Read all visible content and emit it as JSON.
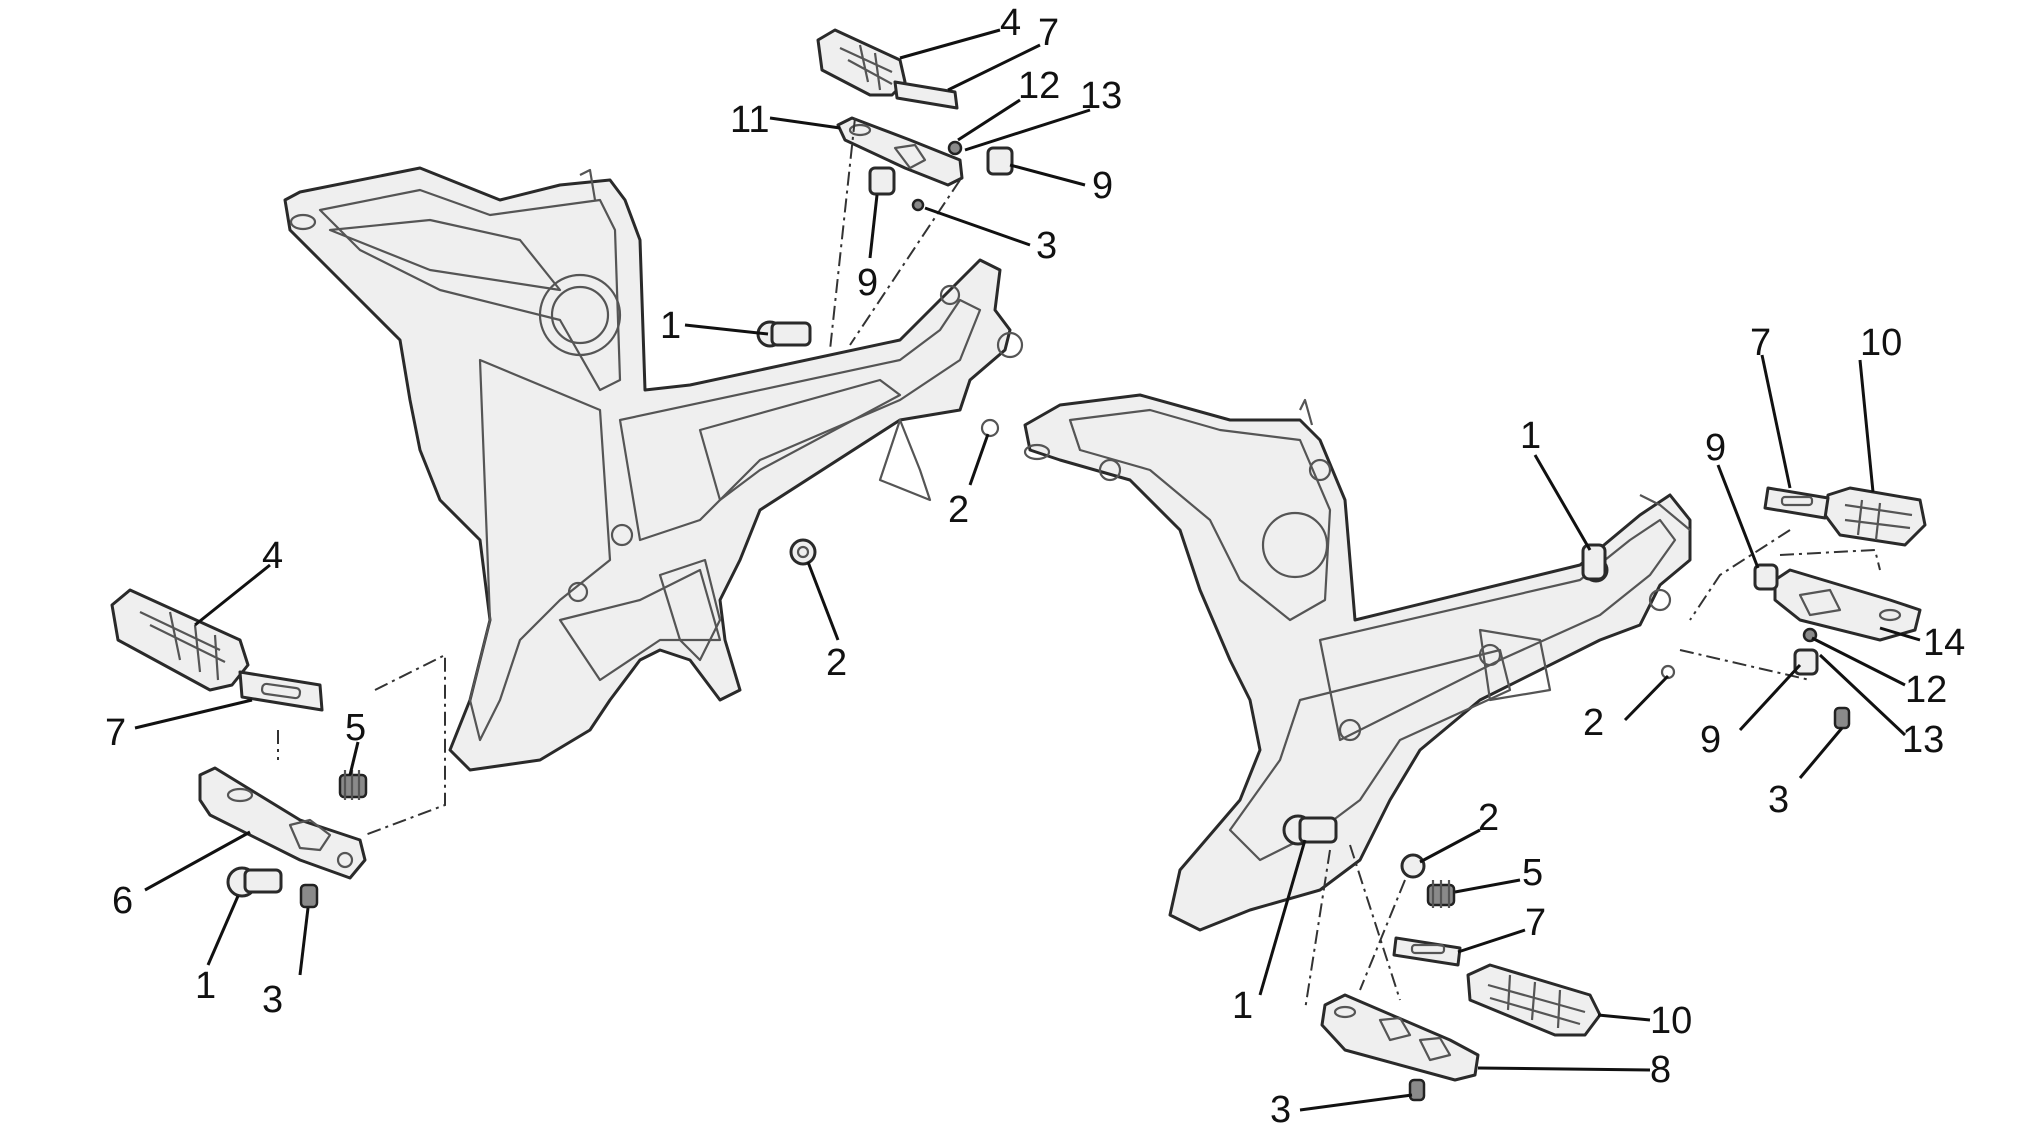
{
  "callouts": [
    {
      "id": "c4_top",
      "text": "4"
    },
    {
      "id": "c7_top",
      "text": "7"
    },
    {
      "id": "c12_top",
      "text": "12"
    },
    {
      "id": "c13_top",
      "text": "13"
    },
    {
      "id": "c11",
      "text": "11"
    },
    {
      "id": "c9_top_r",
      "text": "9"
    },
    {
      "id": "c3_top",
      "text": "3"
    },
    {
      "id": "c9_top_l",
      "text": "9"
    },
    {
      "id": "c1_top",
      "text": "1"
    },
    {
      "id": "c2_mid",
      "text": "2"
    },
    {
      "id": "c2_left",
      "text": "2"
    },
    {
      "id": "c4_left",
      "text": "4"
    },
    {
      "id": "c7_left",
      "text": "7"
    },
    {
      "id": "c5_left",
      "text": "5"
    },
    {
      "id": "c6",
      "text": "6"
    },
    {
      "id": "c1_left",
      "text": "1"
    },
    {
      "id": "c3_left",
      "text": "3"
    },
    {
      "id": "c1_right",
      "text": "1"
    },
    {
      "id": "c7_right",
      "text": "7"
    },
    {
      "id": "c10_right",
      "text": "10"
    },
    {
      "id": "c9_right_top",
      "text": "9"
    },
    {
      "id": "c14",
      "text": "14"
    },
    {
      "id": "c12_right",
      "text": "12"
    },
    {
      "id": "c2_right_a",
      "text": "2"
    },
    {
      "id": "c9_right_bot",
      "text": "9"
    },
    {
      "id": "c13_right",
      "text": "13"
    },
    {
      "id": "c3_right",
      "text": "3"
    },
    {
      "id": "c2_right_b",
      "text": "2"
    },
    {
      "id": "c5_right",
      "text": "5"
    },
    {
      "id": "c7_bottom",
      "text": "7"
    },
    {
      "id": "c1_bottom",
      "text": "1"
    },
    {
      "id": "c10_bottom",
      "text": "10"
    },
    {
      "id": "c8",
      "text": "8"
    },
    {
      "id": "c3_bottom",
      "text": "3"
    }
  ]
}
